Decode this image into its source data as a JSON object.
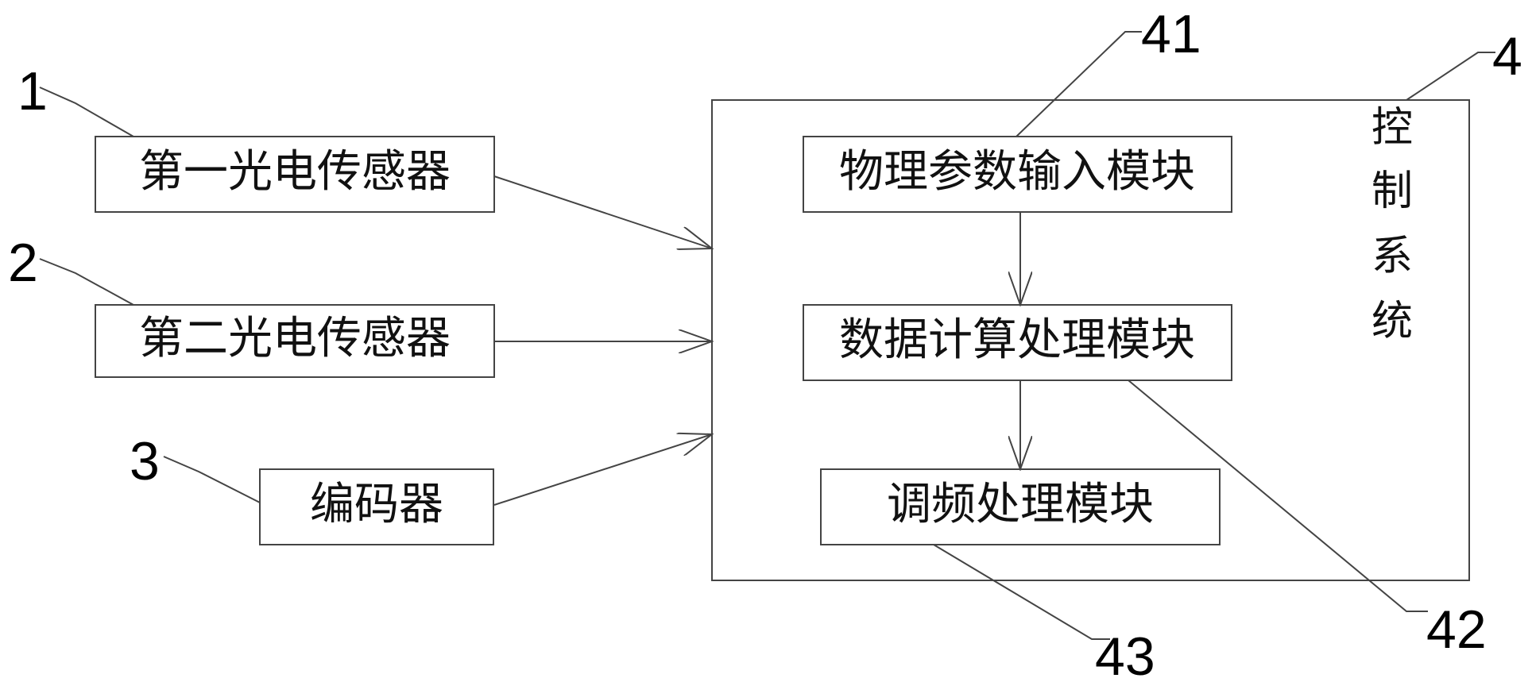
{
  "components": {
    "sensor1": {
      "label": "第一光电传感器",
      "ref": "1"
    },
    "sensor2": {
      "label": "第二光电传感器",
      "ref": "2"
    },
    "encoder": {
      "label": "编码器",
      "ref": "3"
    },
    "control_system": {
      "label_chars": [
        "控",
        "制",
        "系",
        "统"
      ],
      "ref": "4",
      "modules": {
        "input": {
          "label": "物理参数输入模块",
          "ref": "41"
        },
        "compute": {
          "label": "数据计算处理模块",
          "ref": "42"
        },
        "freq": {
          "label": "调频处理模块",
          "ref": "43"
        }
      }
    }
  },
  "colors": {
    "line": "#444444",
    "text": "#111111",
    "background": "#ffffff"
  }
}
